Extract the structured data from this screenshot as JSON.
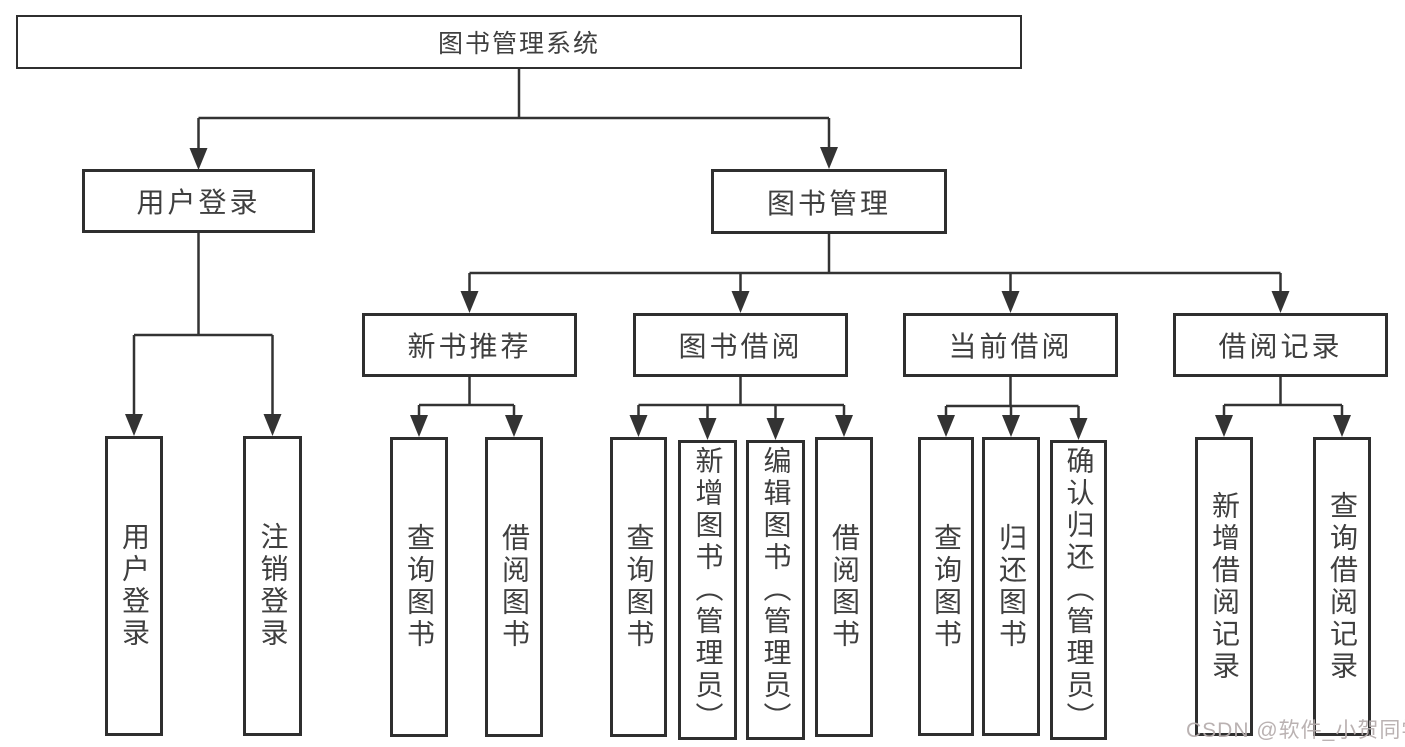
{
  "diagram": {
    "title": "图书管理系统",
    "tree": {
      "root": {
        "label": "图书管理系统"
      },
      "branches": [
        {
          "label": "用户登录",
          "children": [
            {
              "label": "用户登录"
            },
            {
              "label": "注销登录"
            }
          ]
        },
        {
          "label": "图书管理",
          "children": [
            {
              "label": "新书推荐",
              "children": [
                {
                  "label": "查询图书"
                },
                {
                  "label": "借阅图书"
                }
              ]
            },
            {
              "label": "图书借阅",
              "children": [
                {
                  "label": "查询图书"
                },
                {
                  "label": "新增图书（管理员）"
                },
                {
                  "label": "编辑图书（管理员）"
                },
                {
                  "label": "借阅图书"
                }
              ]
            },
            {
              "label": "当前借阅",
              "children": [
                {
                  "label": "查询图书"
                },
                {
                  "label": "归还图书"
                },
                {
                  "label": "确认归还（管理员）"
                }
              ]
            },
            {
              "label": "借阅记录",
              "children": [
                {
                  "label": "新增借阅记录"
                },
                {
                  "label": "查询借阅记录"
                }
              ]
            }
          ]
        }
      ]
    },
    "colors": {
      "line": "#333333",
      "border": "#2f2f2f",
      "text": "#3f3f3f",
      "background": "#ffffff",
      "watermark": "#b6aeae"
    }
  },
  "watermark": {
    "text": "CSDN @软件_小贺同学"
  }
}
